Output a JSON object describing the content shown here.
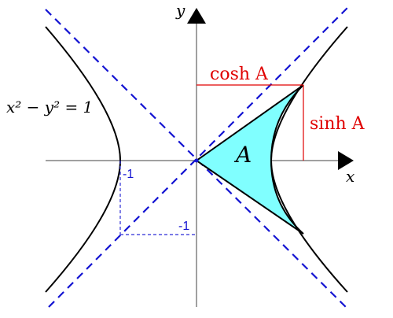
{
  "labels": {
    "equation": "x² − y² = 1",
    "axis_x": "x",
    "axis_y": "y",
    "area": "A",
    "cosh": "cosh A",
    "sinh": "sinh A",
    "neg_one_x": "-1",
    "neg_one_y": "-1"
  },
  "colors": {
    "axis": "#808080",
    "curve": "#000000",
    "asymptote": "#0000cc",
    "guide": "#2b2bd6",
    "region_fill": "#80ffff",
    "region_stroke": "#000000",
    "red": "#e00000"
  }
}
